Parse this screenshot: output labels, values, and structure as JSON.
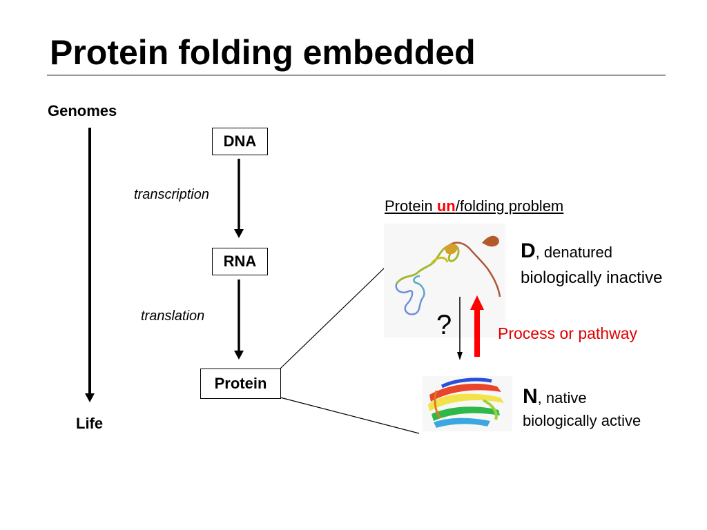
{
  "slide": {
    "title": "Protein folding embedded"
  },
  "timeline": {
    "top_label": "Genomes",
    "bottom_label": "Life"
  },
  "central_dogma": {
    "dna": "DNA",
    "rna": "RNA",
    "protein": "Protein",
    "step1": "transcription",
    "step2": "translation"
  },
  "folding": {
    "problem_prefix": "Protein ",
    "problem_highlight": "un",
    "problem_suffix": "/folding problem",
    "denatured_letter": "D",
    "denatured_desc": ", denatured",
    "denatured_state": "biologically inactive",
    "question": "?",
    "process_label": "Process or pathway",
    "native_letter": "N",
    "native_desc": ", native",
    "native_state": "biologically active"
  },
  "colors": {
    "highlight": "#ff0000",
    "pathway_arrow": "#ff0000",
    "rule": "#999999"
  }
}
